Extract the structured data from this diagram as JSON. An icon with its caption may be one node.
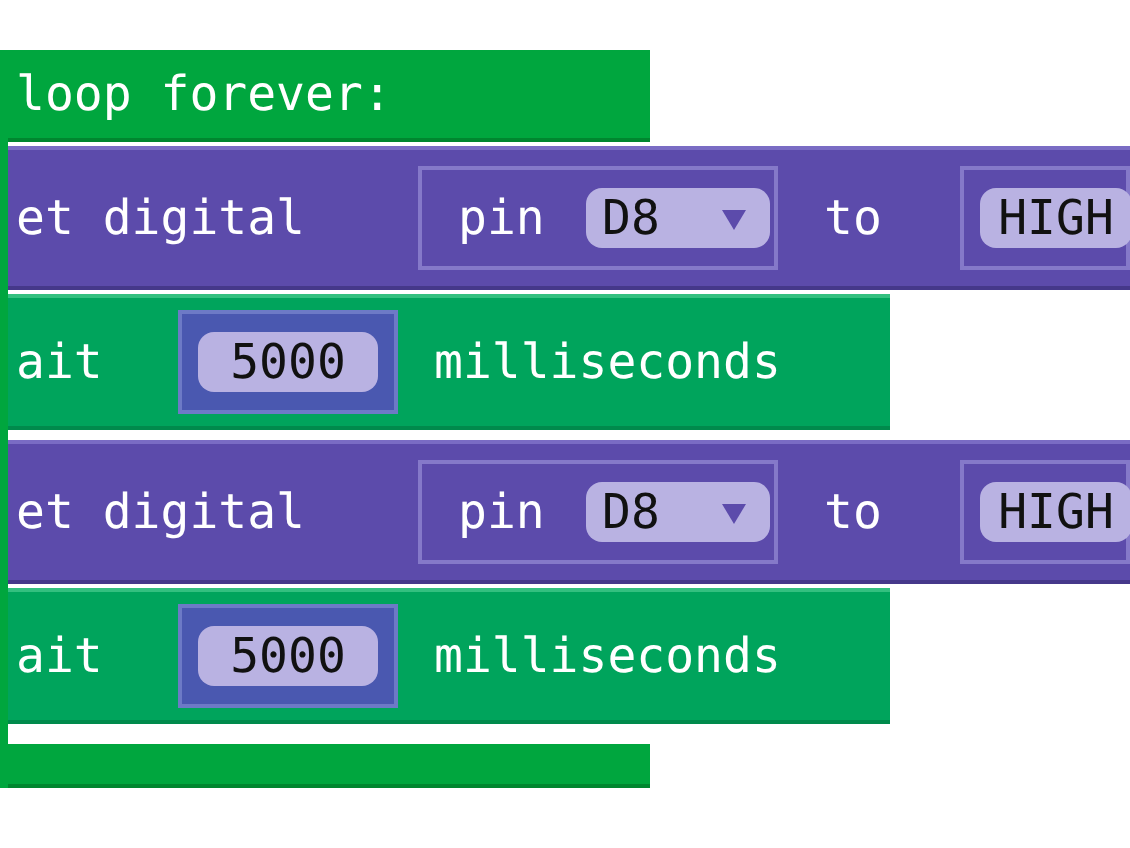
{
  "diagram": {
    "nodes": [
      {
        "text": [
          "loop forever:"
        ]
      },
      {
        "text": [
          "et digital",
          "to"
        ],
        "in": 0
      },
      {
        "text": [
          "pin"
        ],
        "in": 1
      },
      {
        "text": [
          "D8"
        ],
        "in": 2
      },
      {
        "text": [
          "HIGH"
        ],
        "in": 1
      },
      {
        "text": [
          "ait",
          "milliseconds"
        ],
        "in": 0
      },
      {
        "text": [
          "5000"
        ],
        "in": 5
      },
      {
        "text": [
          "et digital",
          "to"
        ],
        "in": 0
      },
      {
        "text": [
          "pin"
        ],
        "in": 7
      },
      {
        "text": [
          "D8"
        ],
        "in": 8
      },
      {
        "text": [
          "HIGH"
        ],
        "in": 7
      },
      {
        "text": [
          "ait",
          "milliseconds"
        ],
        "in": 0
      },
      {
        "text": [
          "5000"
        ],
        "in": 11
      }
    ]
  }
}
